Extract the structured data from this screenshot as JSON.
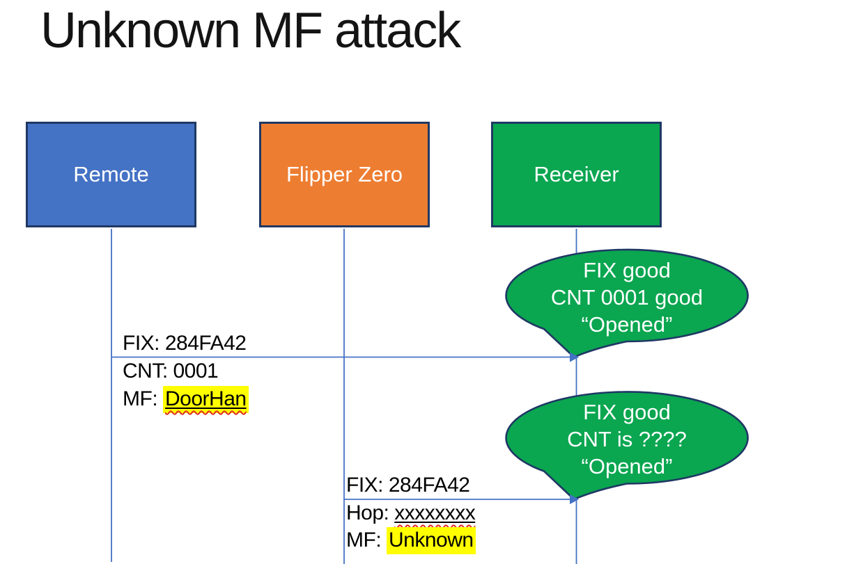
{
  "title": "Unknown MF attack",
  "actors": [
    {
      "label": "Remote",
      "fill": "#4472C4"
    },
    {
      "label": "Flipper Zero",
      "fill": "#ED7D31"
    },
    {
      "label": "Receiver",
      "fill": "#0AA650"
    }
  ],
  "callouts": [
    {
      "attached_to": "Receiver",
      "lines": [
        "FIX good",
        "CNT 0001 good",
        "“Opened”"
      ]
    },
    {
      "attached_to": "Receiver",
      "lines": [
        "FIX good",
        "CNT is ????",
        "“Opened”"
      ]
    }
  ],
  "messages": [
    {
      "from": "Remote",
      "to": "Receiver",
      "lines": [
        {
          "text": "FIX: 284FA42"
        },
        {
          "text": "CNT: 0001"
        },
        {
          "prefix": "MF: ",
          "value": "DoorHan",
          "highlight": true,
          "underline": true,
          "spellcheck_squiggle": true
        }
      ]
    },
    {
      "from": "Flipper Zero",
      "to": "Receiver",
      "lines": [
        {
          "text": "FIX: 284FA42"
        },
        {
          "prefix": "Hop: ",
          "value": "xxxxxxxx",
          "underline": true,
          "spellcheck_squiggle": true
        },
        {
          "prefix": "MF: ",
          "value": "Unknown",
          "highlight": true
        }
      ]
    }
  ],
  "colors": {
    "actor_remote": "#4472C4",
    "actor_flipper": "#ED7D31",
    "actor_receiver_and_bubbles": "#0AA650",
    "shape_border": "#1F3864",
    "connector_blue": "#4472C4",
    "highlight_yellow": "#FFFF00",
    "squiggle_red": "#E02B20",
    "title_text": "#141414",
    "shape_text": "#FFFFFF"
  }
}
